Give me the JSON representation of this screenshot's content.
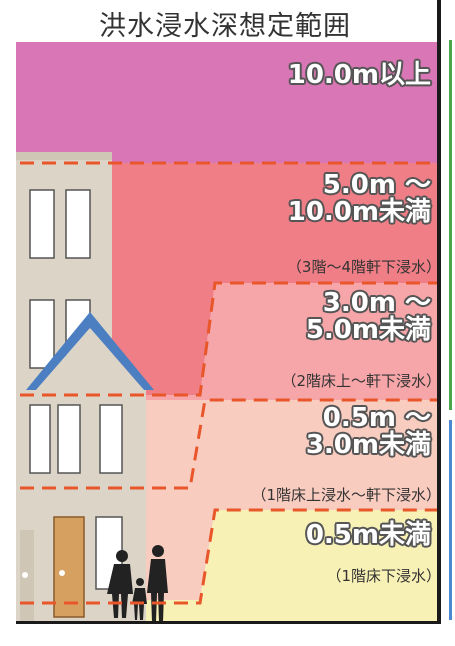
{
  "title": "洪水浸水深想定範囲",
  "bands": [
    {
      "line1": "10.0m以上",
      "line2": "",
      "note": "",
      "color": "#d976b5"
    },
    {
      "line1": "5.0m ～",
      "line2": "10.0m未満",
      "note": "（3階～4階軒下浸水）",
      "color": "#ef7e86"
    },
    {
      "line1": "3.0m ～",
      "line2": "5.0m未満",
      "note": "（2階床上～軒下浸水）",
      "color": "#f6a6a8"
    },
    {
      "line1": "0.5m ～",
      "line2": "3.0m未満",
      "note": "（1階床上浸水～軒下浸水）",
      "color": "#f9ccc0"
    },
    {
      "line1": "0.5m未満",
      "line2": "",
      "note": "（1階床下浸水）",
      "color": "#f8f1b5"
    }
  ],
  "colors": {
    "dash": "#e8562a",
    "building": "#dcd4c6",
    "roof": "#4b7fc2",
    "door": "#d6a060",
    "frame": "#1a1a1a"
  }
}
